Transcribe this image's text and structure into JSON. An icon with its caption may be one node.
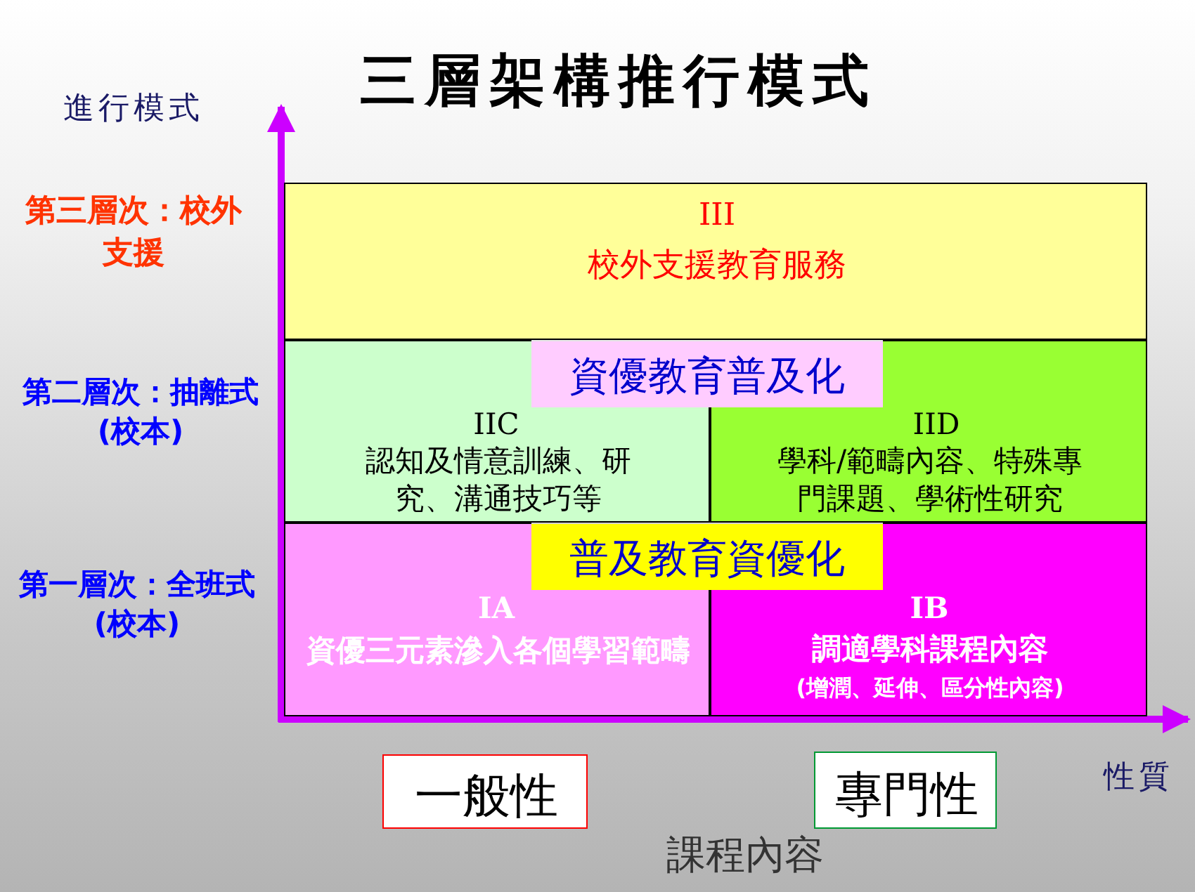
{
  "diagram": {
    "title": "三層架構推行模式",
    "nodes": [
      {
        "text": [
          "III",
          "校外支援教育服務"
        ]
      },
      {
        "text": [
          "IIC",
          "認知及情意訓練、研究、溝通技巧等"
        ]
      },
      {
        "text": [
          "IID",
          "學科/範疇內容、特殊專門課題、學術性研究"
        ]
      },
      {
        "text": [
          "資優教育普及化"
        ]
      },
      {
        "text": [
          "IA",
          "資優三元素滲入各個學習範疇"
        ]
      },
      {
        "text": [
          "IB",
          "調適學科課程內容",
          "(增潤、延伸、區分性內容)"
        ]
      },
      {
        "text": [
          "普及教育資優化"
        ]
      },
      {
        "text": [
          "一般性"
        ]
      },
      {
        "text": [
          "專門性"
        ]
      }
    ],
    "edges": [],
    "labels": [
      "進行模式",
      "第三層次：校外支援",
      "第二層次：抽離式(校本)",
      "第一層次：全班式(校本)",
      "性質",
      "課程內容"
    ]
  }
}
